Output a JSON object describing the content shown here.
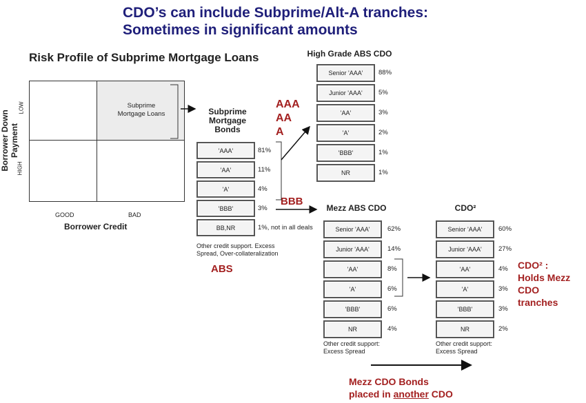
{
  "title_line1": "CDO’s can include Subprime/Alt-A tranches:",
  "title_line2": "Sometimes in significant amounts",
  "risk": {
    "title": "Risk Profile of Subprime Mortgage Loans",
    "y_label": "Borrower Down Payment",
    "y_ticks": [
      "LOW",
      "HIGH"
    ],
    "x_label": "Borrower Credit",
    "x_ticks": [
      "GOOD",
      "BAD"
    ],
    "cell_line1": "Subprime",
    "cell_line2": "Mortgage Loans"
  },
  "subprime": {
    "heading": [
      "Subprime",
      "Mortgage",
      "Bonds"
    ],
    "tranches": [
      {
        "label": "'AAA'",
        "pct": "81%"
      },
      {
        "label": "'AA'",
        "pct": "11%"
      },
      {
        "label": "'A'",
        "pct": "4%"
      },
      {
        "label": "'BBB'",
        "pct": "3%"
      },
      {
        "label": "BB,NR",
        "pct": "1%, not in all deals"
      }
    ],
    "note_line1": "Other credit support. Excess",
    "note_line2": "Spread, Over-collateralization",
    "tag": "ABS"
  },
  "high_grade": {
    "heading": "High Grade ABS CDO",
    "tranches": [
      {
        "label": "Senior 'AAA'",
        "pct": "88%"
      },
      {
        "label": "Junior 'AAA'",
        "pct": "5%"
      },
      {
        "label": "'AA'",
        "pct": "3%"
      },
      {
        "label": "'A'",
        "pct": "2%"
      },
      {
        "label": "'BBB'",
        "pct": "1%"
      },
      {
        "label": "NR",
        "pct": "1%"
      }
    ]
  },
  "aaa_tag": [
    "AAA",
    "AA",
    "A"
  ],
  "bbb_tag": "BBB",
  "mezz": {
    "heading": "Mezz ABS CDO",
    "tranches": [
      {
        "label": "Senior 'AAA'",
        "pct": "62%"
      },
      {
        "label": "Junior 'AAA'",
        "pct": "14%"
      },
      {
        "label": "'AA'",
        "pct": "8%"
      },
      {
        "label": "'A'",
        "pct": "6%"
      },
      {
        "label": "'BBB'",
        "pct": "6%"
      },
      {
        "label": "NR",
        "pct": "4%"
      }
    ],
    "note_line1": "Other credit support:",
    "note_line2": "Excess Spread"
  },
  "cdo2": {
    "heading": "CDO²",
    "tranches": [
      {
        "label": "Senior 'AAA'",
        "pct": "60%"
      },
      {
        "label": "Junior 'AAA'",
        "pct": "27%"
      },
      {
        "label": "'AA'",
        "pct": "4%"
      },
      {
        "label": "'A'",
        "pct": "3%"
      },
      {
        "label": "'BBB'",
        "pct": "3%"
      },
      {
        "label": "NR",
        "pct": "2%"
      }
    ],
    "note_line1": "Other credit support:",
    "note_line2": "Excess Spread",
    "side_note": [
      "CDO² :",
      "Holds Mezz",
      "CDO",
      "tranches"
    ]
  },
  "bottom_note": {
    "line1": "Mezz CDO Bonds",
    "line2_prefix": "placed in ",
    "line2_underlined": "another",
    "line2_suffix": " CDO"
  }
}
